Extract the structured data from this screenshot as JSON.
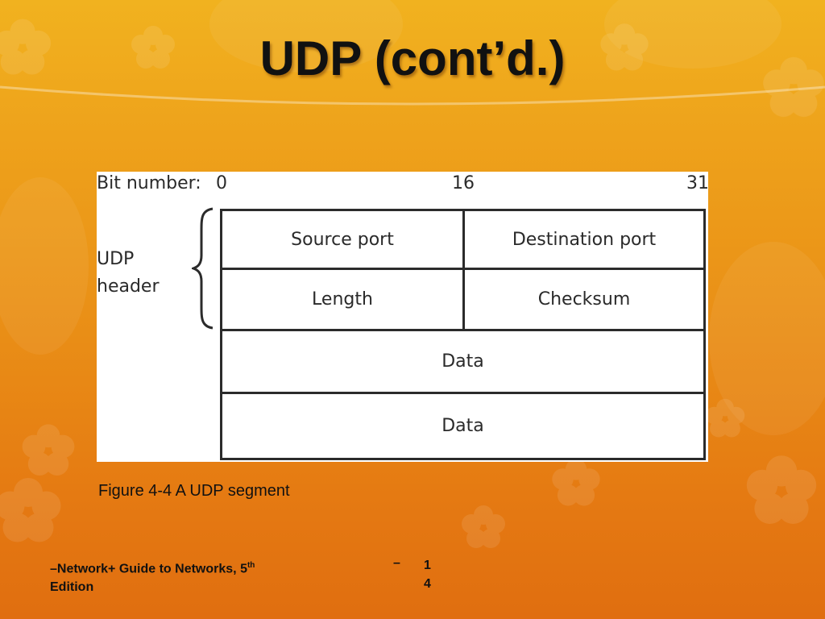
{
  "slide": {
    "title": "UDP (cont’d.)"
  },
  "diagram": {
    "bit_caption": "Bit number:",
    "bit_marks": [
      "0",
      "16",
      "31"
    ],
    "side_label_line1": "UDP",
    "side_label_line2": "header",
    "fields": {
      "row1_left": "Source port",
      "row1_right": "Destination port",
      "row2_left": "Length",
      "row2_right": "Checksum",
      "row3": "Data",
      "row4": "Data"
    }
  },
  "caption": "Figure 4-4 A UDP segment",
  "footer": {
    "dash_prefix": "–",
    "book_title_part1": "Network+ Guide to Networks, 5",
    "superscript": "th",
    "book_title_part2": "Edition",
    "center_dash": "–",
    "page_number": "14"
  },
  "colors": {
    "background_top": "#f1b21f",
    "background_bottom": "#e06e10",
    "title_text": "#111111"
  }
}
